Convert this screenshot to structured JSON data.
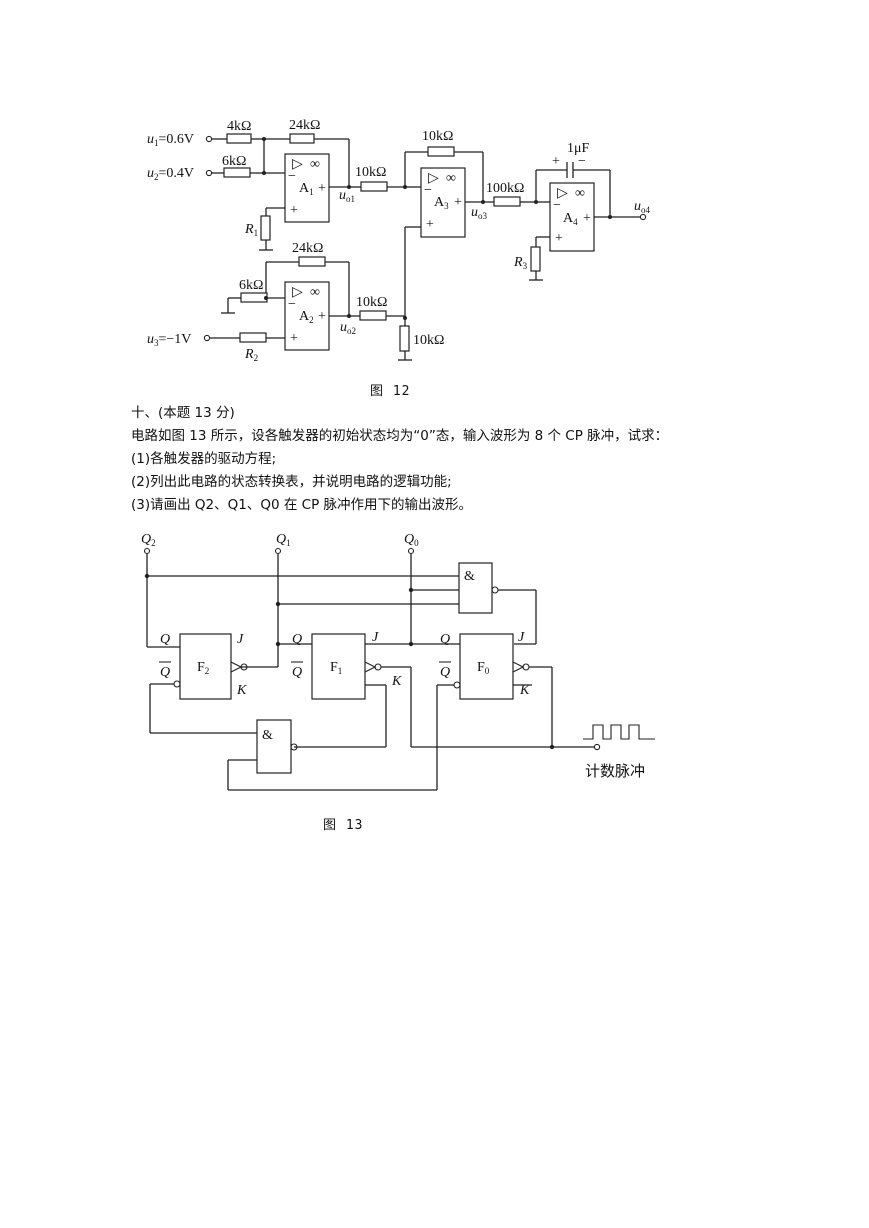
{
  "fig12": {
    "caption": "图 12",
    "inputs": {
      "u1_label": "u",
      "u1_sub": "1",
      "u1_value": "=0.6V",
      "u2_label": "u",
      "u2_sub": "2",
      "u2_value": "=0.4V",
      "u3_label": "u",
      "u3_sub": "3",
      "u3_value": "=−1V"
    },
    "resistors": {
      "r_4k": "4kΩ",
      "r_24k_top": "24kΩ",
      "r_6k_top": "6kΩ",
      "r_10k_a": "10kΩ",
      "r_10k_fb": "10kΩ",
      "r_100k": "100kΩ",
      "r_24k_bot": "24kΩ",
      "r_6k_bot": "6kΩ",
      "r_10k_b": "10kΩ",
      "r_10k_gnd": "10kΩ",
      "cap": "1μF"
    },
    "named_resistors": {
      "R1": "R",
      "R1_sub": "1",
      "R2": "R",
      "R2_sub": "2",
      "R3": "R",
      "R3_sub": "3"
    },
    "amps": {
      "A1": "A",
      "A1_sub": "1",
      "A2": "A",
      "A2_sub": "2",
      "A3": "A",
      "A3_sub": "3",
      "A4": "A",
      "A4_sub": "4",
      "triangle": "▷",
      "infinity": "∞",
      "minus": "−",
      "plus": "+"
    },
    "outputs": {
      "uo1": "u",
      "uo1_sub": "o1",
      "uo2": "u",
      "uo2_sub": "o2",
      "uo3": "u",
      "uo3_sub": "o3",
      "uo4": "u",
      "uo4_sub": "o4"
    }
  },
  "question": {
    "heading": "十、(本题 13 分)",
    "body": "电路如图 13 所示，设各触发器的初始状态均为“0”态，输入波形为 8 个 CP 脉冲，试求：",
    "item1": "(1)各触发器的驱动方程;",
    "item2": "(2)列出此电路的状态转换表，并说明电路的逻辑功能;",
    "item3": "(3)请画出 Q2、Q1、Q0 在 CP 脉冲作用下的输出波形。"
  },
  "fig13": {
    "caption": "图 13",
    "Q2_top": "Q",
    "Q2_sub": "2",
    "Q1_top": "Q",
    "Q1_sub": "1",
    "Q0_top": "Q",
    "Q0_sub": "0",
    "and_symbol": "&",
    "F2": "F",
    "F2_sub": "2",
    "F1": "F",
    "F1_sub": "1",
    "F0": "F",
    "F0_sub": "0",
    "pin_Q": "Q",
    "pin_J": "J",
    "pin_K": "K",
    "clock_label": "计数脉冲"
  }
}
